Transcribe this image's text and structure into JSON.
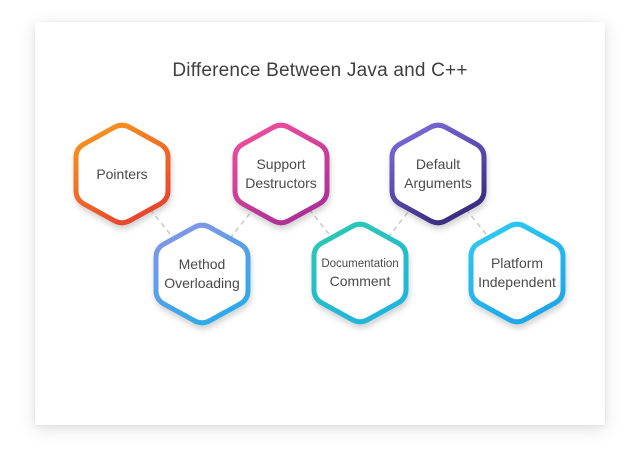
{
  "diagram": {
    "title": "Difference Between Java and C++",
    "connector_color": "#c9c9c9",
    "text_color": "#4a4a4a"
  },
  "hexagons": [
    {
      "name": "pointers",
      "lines": [
        "Pointers"
      ],
      "color_top": "#F7941E",
      "color_bottom": "#E8402F"
    },
    {
      "name": "support-destructors",
      "lines": [
        "Support",
        "Destructors"
      ],
      "color_top": "#EF4D9B",
      "color_bottom": "#A92E97"
    },
    {
      "name": "default-arguments",
      "lines": [
        "Default",
        "Arguments"
      ],
      "color_top": "#7A68DB",
      "color_bottom": "#362878"
    },
    {
      "name": "method-overloading",
      "lines": [
        "Method",
        "Overloading"
      ],
      "color_top": "#8495E8",
      "color_bottom": "#27ACE8"
    },
    {
      "name": "documentation-comment",
      "lines": [
        "Documentation",
        "Comment"
      ],
      "color_top": "#2BC8B4",
      "color_bottom": "#1FB4DF"
    },
    {
      "name": "platform-independent",
      "lines": [
        "Platform",
        "Independent"
      ],
      "color_top": "#2BC9F2",
      "color_bottom": "#1EA4E8"
    }
  ]
}
